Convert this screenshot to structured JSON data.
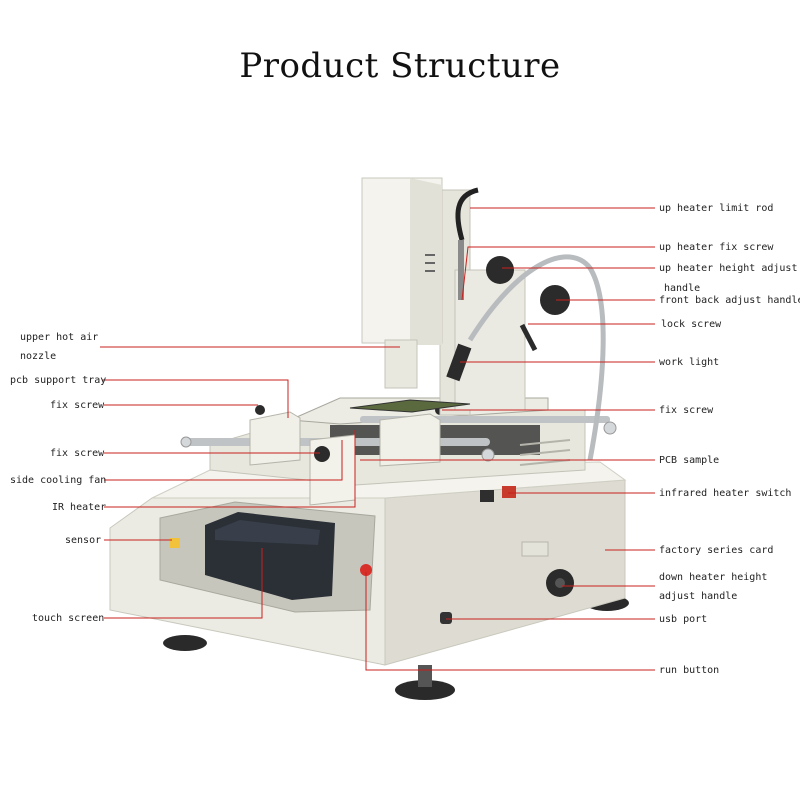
{
  "title": "Product Structure",
  "colors": {
    "leader": "#c9201d",
    "body": "#f1f0e9",
    "screen": "#2b2f36",
    "run_button": "#d8312a"
  },
  "labels": {
    "upper_hot_air_nozzle_1": "upper hot air",
    "upper_hot_air_nozzle_2": "nozzle",
    "pcb_support_tray": "pcb support tray",
    "fix_screw_left_1": "fix screw",
    "fix_screw_left_2": "fix screw",
    "side_cooling_fan": "side cooling fan",
    "ir_heater": "IR heater",
    "sensor": "sensor",
    "touch_screen": "touch screen",
    "up_heater_limit_rod": "up heater limit rod",
    "up_heater_fix_screw": "up heater fix screw",
    "up_heater_height_adjust_1": "up heater height adjust",
    "up_heater_height_adjust_2": "handle",
    "front_back_adjust_handle": "front back adjust handle",
    "lock_screw": "lock screw",
    "work_light": "work light",
    "fix_screw_right": "fix screw",
    "pcb_sample": "PCB sample",
    "infrared_heater_switch": "infrared heater switch",
    "factory_series_card": "factory series card",
    "down_heater_height_1": "down heater height",
    "down_heater_height_2": "adjust handle",
    "usb_port": "usb port",
    "run_button": "run button"
  }
}
